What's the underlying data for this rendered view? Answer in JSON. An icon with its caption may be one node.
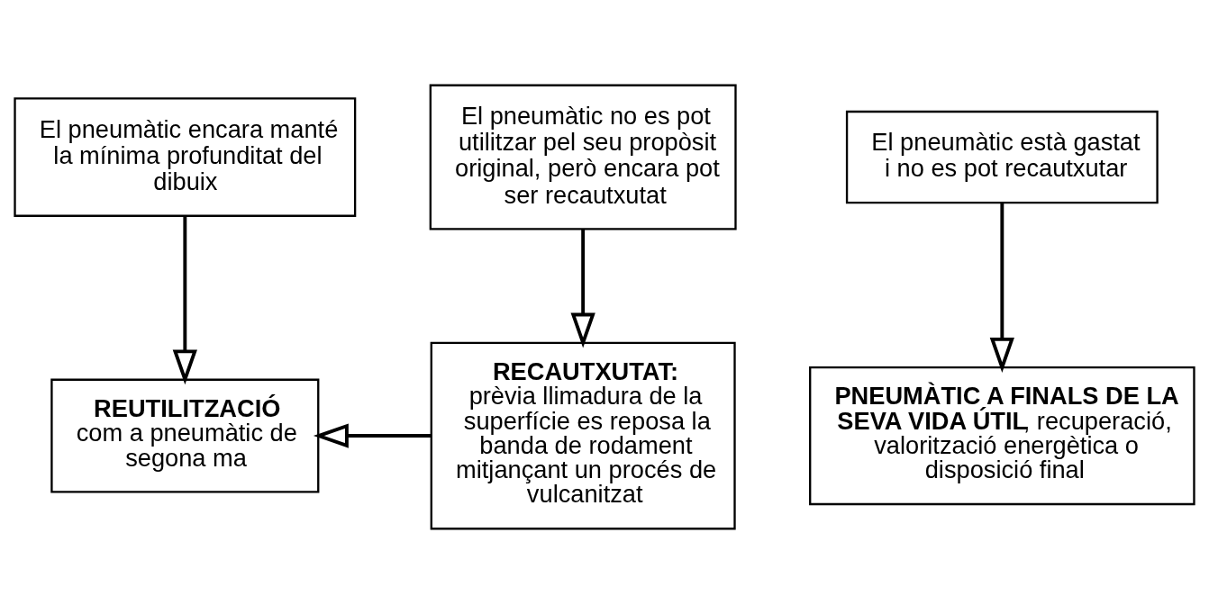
{
  "diagram": {
    "nodes": [
      {
        "text": [
          "El pneumàtic encara manté la mínima profunditat del dibuix"
        ]
      },
      {
        "text": [
          "El pneumàtic no es pot utilitzar pel seu propòsit original, però encara pot ser recautxutat"
        ]
      },
      {
        "text": [
          "El pneumàtic està gastat i no es pot recautxutar"
        ]
      },
      {
        "text": [
          "**REUTILITZACIÓ** com a pneumàtic de segona ma"
        ]
      },
      {
        "text": [
          "RECAUTXUTAT:",
          "prèvia llimadura de la superfície es reposa la banda de rodament mitjançant un procés de vulcanitzat"
        ]
      },
      {
        "text": [
          "**PNEUMÀTIC A FINALS DE LA SEVA VIDA ÚTIL**, recuperació, valorització energètica o disposició final"
        ]
      }
    ],
    "edges": [
      {
        "from": 0,
        "to": 3,
        "arrow": "to"
      },
      {
        "from": 1,
        "to": 4,
        "arrow": "to"
      },
      {
        "from": 2,
        "to": 5,
        "arrow": "to"
      },
      {
        "from": 4,
        "to": 3,
        "arrow": "to"
      }
    ]
  }
}
